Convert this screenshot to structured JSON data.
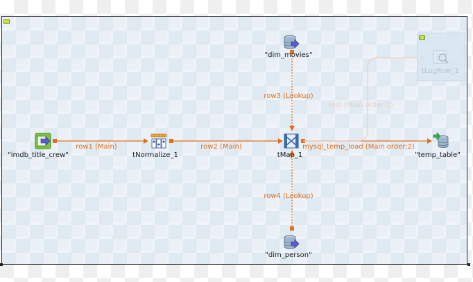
{
  "components": {
    "imdb_title_crew": {
      "label": "\"imdb_title_crew\"",
      "icon": "input-component-icon"
    },
    "tnormalize": {
      "label": "tNormalize_1",
      "icon": "normalize-icon"
    },
    "tmap": {
      "label": "tMap_1",
      "icon": "map-icon"
    },
    "dim_movies": {
      "label": "\"dim_movies\"",
      "icon": "db-input-icon"
    },
    "dim_person": {
      "label": "\"dim_person\"",
      "icon": "db-input-icon"
    },
    "temp_table": {
      "label": "\"temp_table\"",
      "icon": "db-output-icon"
    },
    "tlogrow": {
      "label": "tLogRow_1",
      "icon": "log-row-icon"
    }
  },
  "links": {
    "row1": "row1 (Main)",
    "row2": "row2 (Main)",
    "row3": "row3 (Lookup)",
    "row4": "row4 (Lookup)",
    "mysql_temp_load": "mysql_temp_load (Main order:2)",
    "test": "test (Main order:1)"
  },
  "colors": {
    "link": "#e0701b",
    "link_faded": "#ead0c0",
    "subjob_toggle": "#c7e334"
  }
}
